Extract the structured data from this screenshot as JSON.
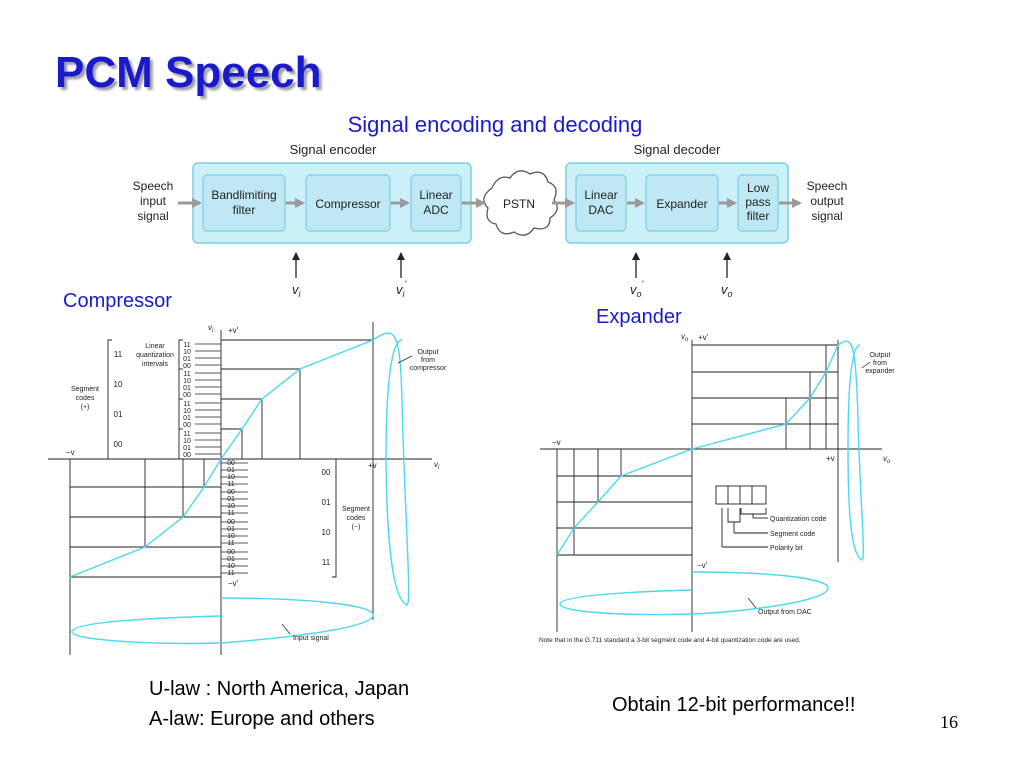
{
  "slide": {
    "title": "PCM Speech",
    "subtitle": "Signal encoding and decoding",
    "compressor_label": "Compressor",
    "expander_label": "Expander",
    "note_ulaw": "U-law : North America, Japan",
    "note_alaw": "A-law: Europe and others",
    "note_performance": "Obtain 12-bit performance!!",
    "page_number": "16"
  },
  "block_diagram": {
    "encoder_title": "Signal encoder",
    "decoder_title": "Signal decoder",
    "input_label": [
      "Speech",
      "input",
      "signal"
    ],
    "output_label": [
      "Speech",
      "output",
      "signal"
    ],
    "blocks": {
      "bandlimiting_filter": [
        "Bandlimiting",
        "filter"
      ],
      "compressor": [
        "Compressor"
      ],
      "linear_adc": [
        "Linear",
        "ADC"
      ],
      "pstn": [
        "PSTN"
      ],
      "linear_dac": [
        "Linear",
        "DAC"
      ],
      "expander": [
        "Expander"
      ],
      "low_pass_filter": [
        "Low",
        "pass",
        "filter"
      ]
    },
    "signals": {
      "vi": "v",
      "vi_sub": "i",
      "vi_prime": "v",
      "vi_prime_sub": "i",
      "vi_prime_sup": "'",
      "vo_prime": "v",
      "vo_prime_sub": "o",
      "vo_prime_sup": "'",
      "vo": "v",
      "vo_sub": "o"
    },
    "colors": {
      "box_fill": "#c6ecf6",
      "box_stroke": "#7ccde6",
      "outer_fill": "#ccf0f8"
    }
  },
  "compressor_graph": {
    "axis_top_left": "v",
    "axis_top_left_sub": "i",
    "plus_v_prime": "+v'",
    "minus_v": "−v",
    "plus_v": "+v",
    "axis_right": "v",
    "axis_right_sub": "i",
    "minus_v_prime": "−v'",
    "linear_quantization_intervals": [
      "Linear",
      "quantization",
      "intervals"
    ],
    "segment_codes_plus": [
      "Segment",
      "codes",
      "(+)"
    ],
    "segment_codes_minus": [
      "Segment",
      "codes",
      "(−)"
    ],
    "upper_segments": [
      "11",
      "10",
      "01",
      "00"
    ],
    "lower_segments": [
      "00",
      "01",
      "10",
      "11"
    ],
    "interval_codes_upper": [
      "11",
      "10",
      "01",
      "00"
    ],
    "interval_codes_lower": [
      "00",
      "01",
      "10",
      "11"
    ],
    "output_label": [
      "Output",
      "from",
      "compressor"
    ],
    "input_label": "Input signal"
  },
  "expander_graph": {
    "axis_top_left": "v",
    "axis_top_left_sub": "o",
    "plus_v_prime": "+v'",
    "minus_v": "−v",
    "plus_v": "+v",
    "axis_right": "v",
    "axis_right_sub": "o",
    "minus_v_prime": "−v'",
    "output_label": [
      "Output",
      "from",
      "expander"
    ],
    "quantization_code": "Quantization code",
    "segment_code": "Segment code",
    "polarity_bit": "Polarity bit",
    "dac_label": "Output from DAC",
    "footnote": "Note that in the G.711 standard a 3-bit segment code and 4-bit quantization code are used."
  }
}
